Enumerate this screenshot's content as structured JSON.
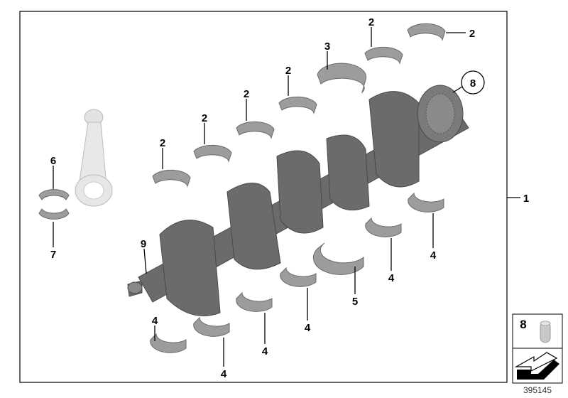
{
  "diagram": {
    "callouts": [
      {
        "id": "c2a",
        "label": "2"
      },
      {
        "id": "c2b",
        "label": "2"
      },
      {
        "id": "c3",
        "label": "3"
      },
      {
        "id": "c8",
        "label": "8"
      },
      {
        "id": "c2c",
        "label": "2"
      },
      {
        "id": "c2d",
        "label": "2"
      },
      {
        "id": "c2e",
        "label": "2"
      },
      {
        "id": "c2f",
        "label": "2"
      },
      {
        "id": "c6",
        "label": "6"
      },
      {
        "id": "c7",
        "label": "7"
      },
      {
        "id": "c9",
        "label": "9"
      },
      {
        "id": "c4a",
        "label": "4"
      },
      {
        "id": "c4b",
        "label": "4"
      },
      {
        "id": "c5",
        "label": "5"
      },
      {
        "id": "c4c",
        "label": "4"
      },
      {
        "id": "c4d",
        "label": "4"
      },
      {
        "id": "c4e",
        "label": "4"
      },
      {
        "id": "c4f",
        "label": "4"
      },
      {
        "id": "c1",
        "label": "1"
      }
    ],
    "legend_box": {
      "label": "8",
      "icon": "dowel-pin-icon",
      "nav_icon": "arrow-back-icon"
    },
    "image_number": "395145",
    "colors": {
      "part": "#6b6b6b",
      "shell": "#9c9c9c",
      "line": "#000000"
    }
  }
}
